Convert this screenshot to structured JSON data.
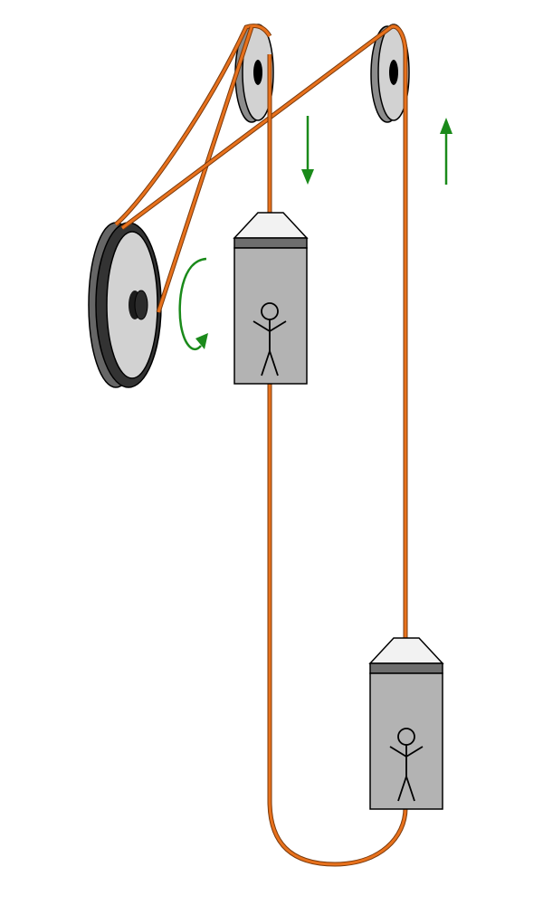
{
  "colors": {
    "background": "#ffffff",
    "cable": "#e8711c",
    "cable_edge": "#7a3a0c",
    "pulley_face": "#d2d2d2",
    "pulley_rim": "#8c8c8c",
    "drive_wheel_body": "#666666",
    "hub": "#2b2b2b",
    "car_body": "#b3b3b3",
    "car_band": "#6e6e6e",
    "car_roof": "#f2f2f2",
    "outline": "#000000",
    "motion_arrow": "#1a8a1a"
  },
  "components": {
    "top_left_pulley": "idler-pulley",
    "top_right_pulley": "idler-pulley",
    "drive_wheel": "drive-sheave",
    "rotation_indicator": "clockwise-rotation-arrow",
    "car_left": {
      "occupant": "stick-figure",
      "direction": "down"
    },
    "car_right": {
      "occupant": "stick-figure",
      "direction": "up"
    }
  }
}
